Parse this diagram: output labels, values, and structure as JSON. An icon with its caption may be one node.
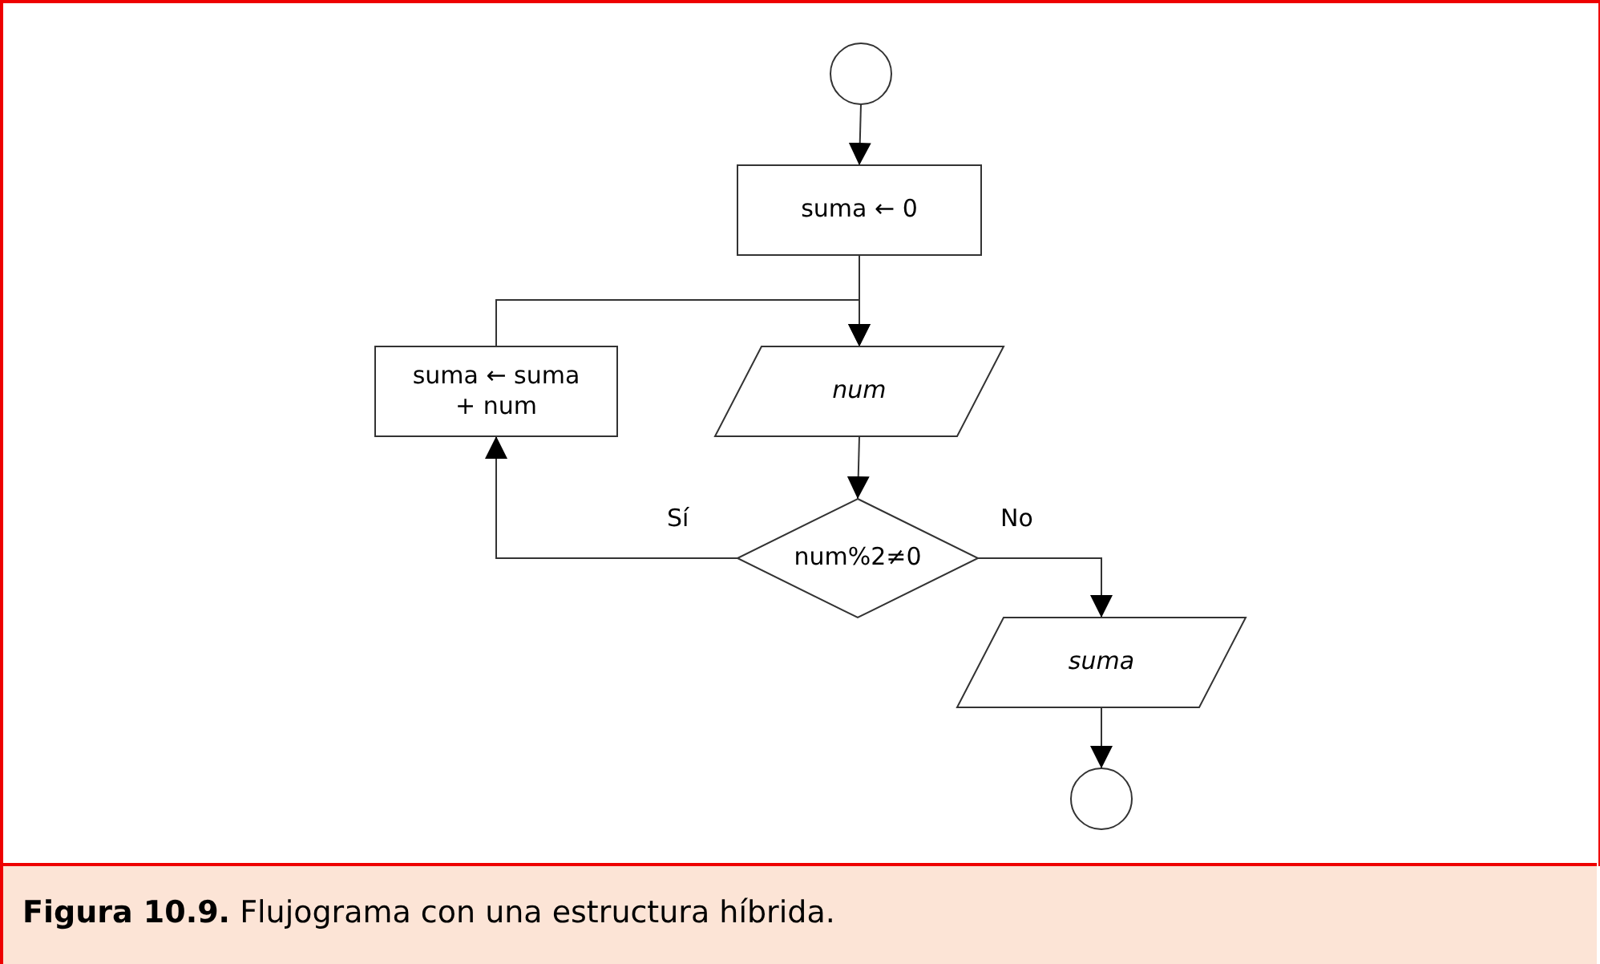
{
  "diagram": {
    "caption": "**Figura 10.9.** Flujograma con una estructura híbrida.",
    "nodes": [
      {
        "text": [],
        "shape": "circle"
      },
      {
        "text": [
          "suma ← 0"
        ]
      },
      {
        "text": [
          "suma ← suma + num"
        ]
      },
      {
        "text": [
          "num"
        ]
      },
      {
        "text": [
          "num%2≠0"
        ]
      },
      {
        "text": [
          "suma"
        ]
      },
      {
        "text": [],
        "shape": "circle"
      }
    ],
    "edges": [
      {
        "from": 0,
        "to": 1,
        "arrow": "to"
      },
      {
        "from": 1,
        "to": 3,
        "arrow": "to"
      },
      {
        "from": 2,
        "to": 3,
        "arrow": "to"
      },
      {
        "from": 3,
        "to": 4,
        "arrow": "to"
      },
      {
        "from": 4,
        "to": 2,
        "arrow": "to",
        "label": "Sí"
      },
      {
        "from": 4,
        "to": 5,
        "arrow": "to",
        "label": "No"
      },
      {
        "from": 5,
        "to": 6,
        "arrow": "to"
      }
    ]
  }
}
